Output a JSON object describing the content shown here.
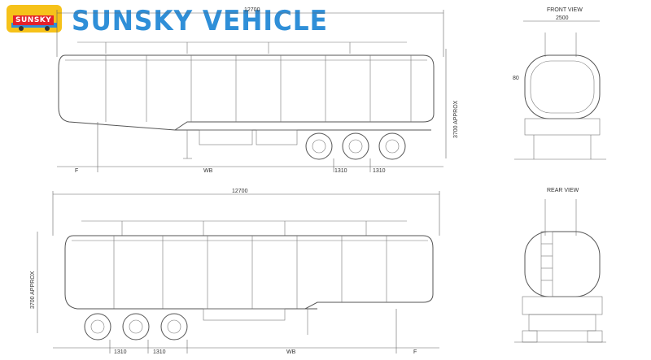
{
  "logo": {
    "badge_text": "SUNSKY"
  },
  "brand": {
    "name": "SUNSKY VEHICLE"
  },
  "colors": {
    "brand_blue": "#2f8fd8",
    "brand_red": "#e4212b",
    "logo_yellow": "#f6c21a",
    "line": "#555555"
  },
  "side_view_top": {
    "overall_length": "12700",
    "height": "3700 APPROX",
    "front_overhang": "F",
    "wheelbase": "WB",
    "axle_spacing_1": "1310",
    "axle_spacing_2": "1310"
  },
  "side_view_bottom": {
    "overall_length": "12700",
    "height": "3700 APPROX",
    "front_overhang": "F",
    "wheelbase": "WB",
    "axle_spacing_1": "1310",
    "axle_spacing_2": "1310"
  },
  "front_view": {
    "title": "FRONT VIEW",
    "width": "2500",
    "side_dim": "80"
  },
  "rear_view": {
    "title": "REAR VIEW"
  }
}
